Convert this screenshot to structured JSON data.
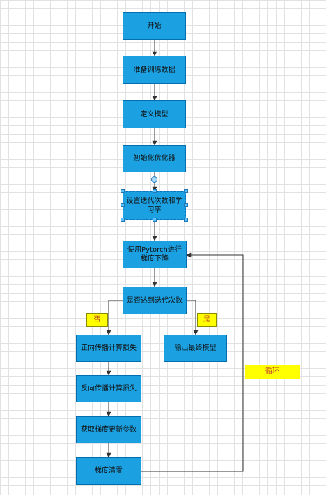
{
  "nodes": {
    "start": "开始",
    "prepare_data": "准备训练数据",
    "define_model": "定义模型",
    "init_optimizer": "初始化优化器",
    "set_params": "设置迭代次数和学习率",
    "gradient_descent": "使用Pytorch进行梯度下降",
    "check_iterations": "是否达到迭代次数",
    "forward_loss": "正向传播计算损失",
    "backward_grad": "反向传播计算损失",
    "update_params": "获取梯度更新参数",
    "zero_grad": "梯度清零",
    "output_model": "输出最终模型"
  },
  "labels": {
    "no": "否",
    "yes": "是",
    "loop": "循环"
  },
  "colors": {
    "node_fill": "#1ba1e2",
    "node_border": "#006eaf",
    "label_fill": "#ffff00",
    "label_text": "#c0392b",
    "edge": "#333333"
  }
}
